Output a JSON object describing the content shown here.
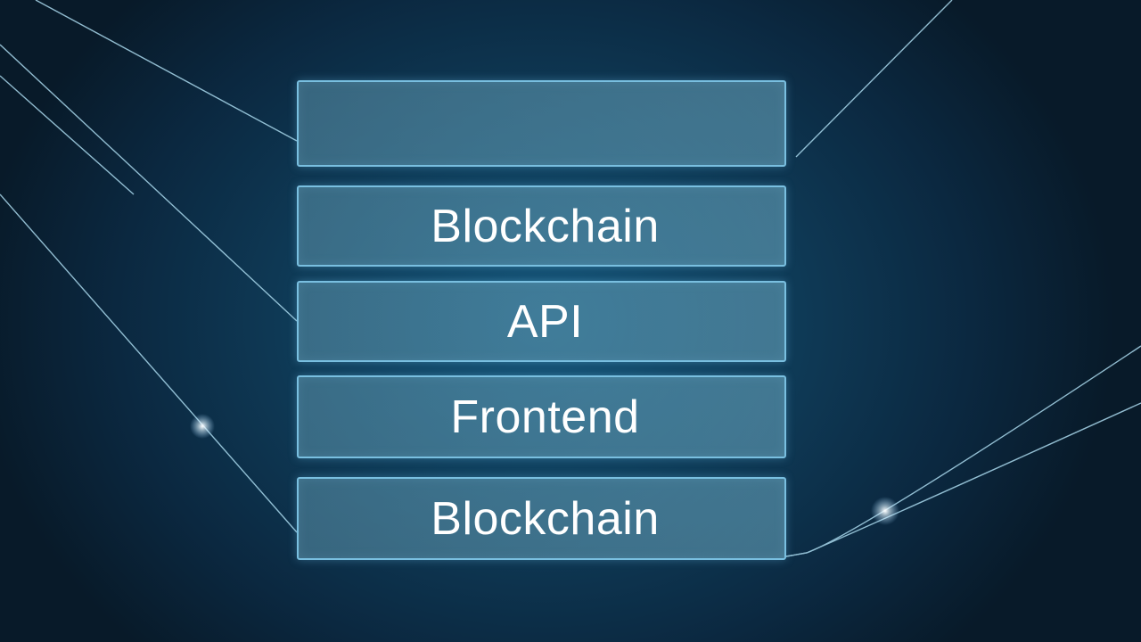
{
  "diagram": {
    "type": "layered-stack",
    "layers": [
      {
        "label": ""
      },
      {
        "label": "Blockchain"
      },
      {
        "label": "API"
      },
      {
        "label": "Frontend"
      },
      {
        "label": "Blockchain"
      }
    ]
  },
  "colors": {
    "background": "#0f3d5a",
    "layer_fill": "#4f8aa3",
    "layer_border": "#79bfe0",
    "text": "#ffffff",
    "line": "#a9d8ec"
  }
}
